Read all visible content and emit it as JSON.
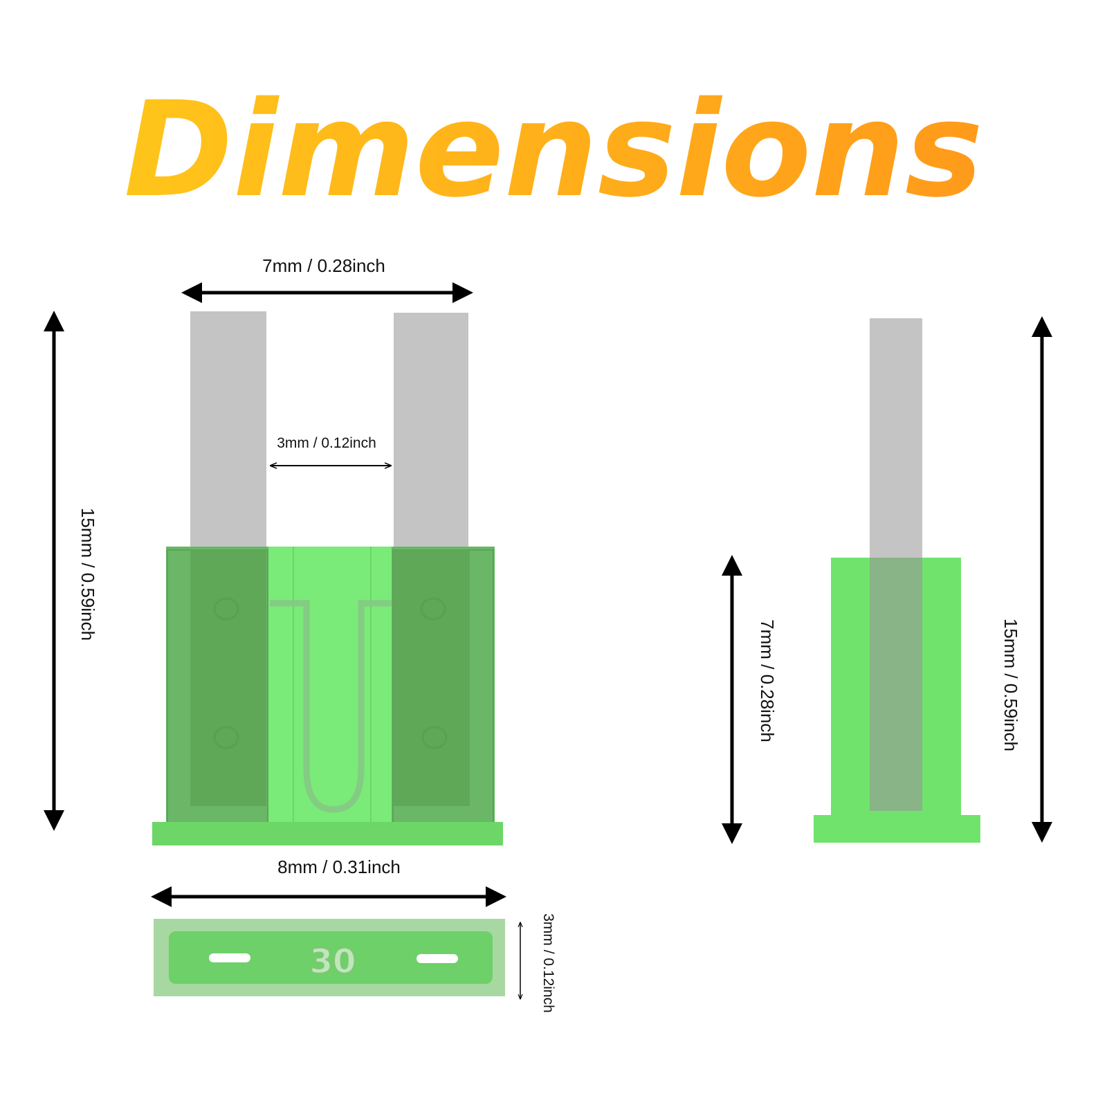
{
  "title": "Dimensions",
  "colors": {
    "title_start": "#ffc51a",
    "title_end": "#ff9a1a",
    "fuse_body_light": "#7aea78",
    "fuse_body_dark": "#5faa58",
    "fuse_base": "#6cd667",
    "blade_gray": "#c4c4c4",
    "arrow": "#000000"
  },
  "front_view": {
    "top_width_label": "7mm / 0.28inch",
    "gap_label": "3mm / 0.12inch",
    "height_label": "15mm / 0.59inch",
    "bottom_width_label": "8mm / 0.31inch"
  },
  "top_view": {
    "rating": "30",
    "thickness_label": "3mm / 0.12inch"
  },
  "side_view": {
    "body_height_label": "7mm / 0.28inch",
    "total_height_label": "15mm / 0.59inch"
  }
}
